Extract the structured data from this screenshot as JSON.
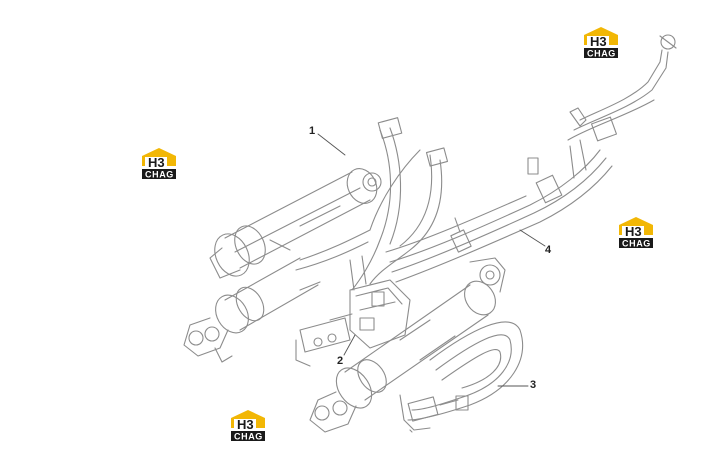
{
  "callouts": [
    {
      "id": "1",
      "label": "1"
    },
    {
      "id": "2",
      "label": "2"
    },
    {
      "id": "3",
      "label": "3"
    },
    {
      "id": "4",
      "label": "4"
    }
  ],
  "watermark": {
    "mark": "H3",
    "text": "CHAG",
    "colors": {
      "roof": "#f2b705",
      "band": "#1a1a1a",
      "body": "#ffffff"
    }
  },
  "colors": {
    "line": "#8c8c8c",
    "background": "#ffffff"
  }
}
